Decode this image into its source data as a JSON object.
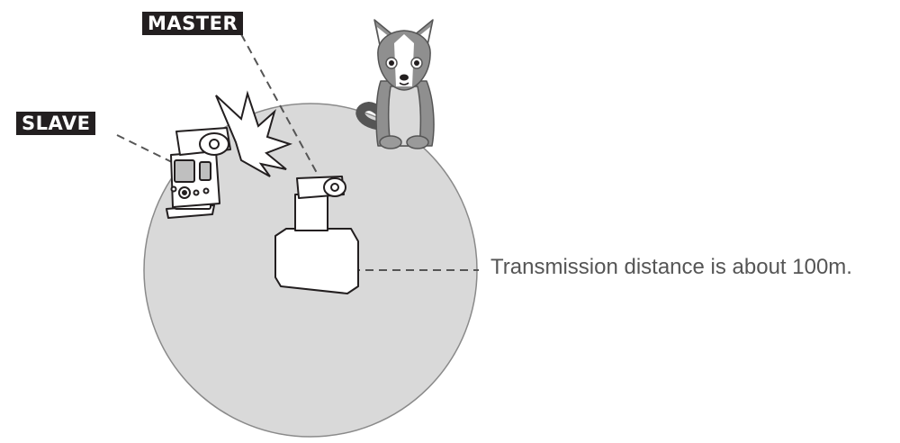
{
  "labels": {
    "slave": "SLAVE",
    "master": "MASTER",
    "distance_note": "Transmission distance is about 100m."
  },
  "colors": {
    "range_fill": "#d9d9d9",
    "range_stroke": "#8a8a8a",
    "tag_background": "#231f20",
    "leader_line": "#555555",
    "dog_fur": "#8f8f8f",
    "dog_light": "#d9d9d9"
  },
  "icons": {
    "slave_device": "speedlite-flash-icon",
    "flash_burst": "flash-burst-icon",
    "master_device": "camera-with-flash-icon",
    "subject": "dog-icon"
  }
}
